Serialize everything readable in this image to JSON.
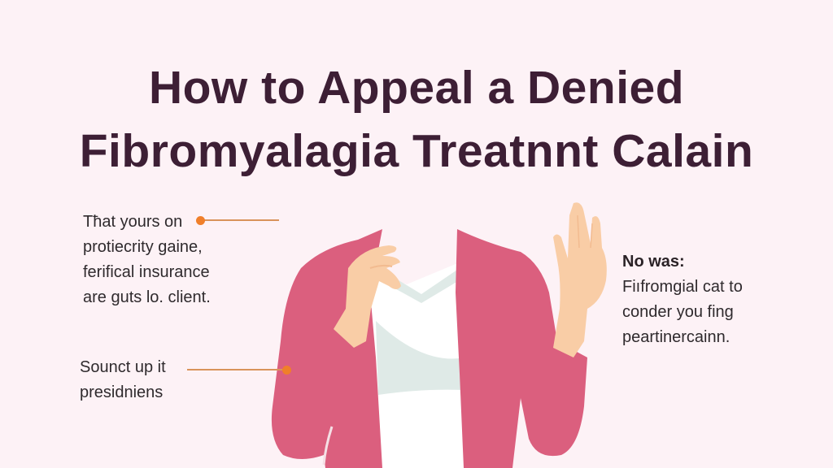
{
  "title": {
    "line1": "How to Appeal a Denied",
    "line2": "Fibromyalagia Treatnnt Calain"
  },
  "callouts": {
    "left_top": {
      "lines": [
        "Tћat yours on",
        "protiecrity gaine,",
        "ferifical insurance",
        "are guts lo. client."
      ]
    },
    "left_bottom": {
      "lines": [
        "Sounct up it",
        "presidniens"
      ]
    },
    "right": {
      "heading": "No was:",
      "lines": [
        "Fiıfromgial cat to",
        "conder you fing",
        "peartinercainn."
      ]
    }
  },
  "colors": {
    "background": "#fdf2f6",
    "title": "#3d1f35",
    "text": "#2f2a2d",
    "accent_dot": "#f07f2a",
    "connector_line": "#d9935a",
    "jacket": "#db5f7e",
    "jacket_shade": "#cf5574",
    "skin": "#f9cda6",
    "skin_shade": "#f2bb90",
    "shirt": "#ffffff",
    "shirt_trim": "#dfeae7"
  },
  "illustration": {
    "subject": "person-in-pink-jacket",
    "gesture": "hand-on-collar-and-raised-hand"
  }
}
